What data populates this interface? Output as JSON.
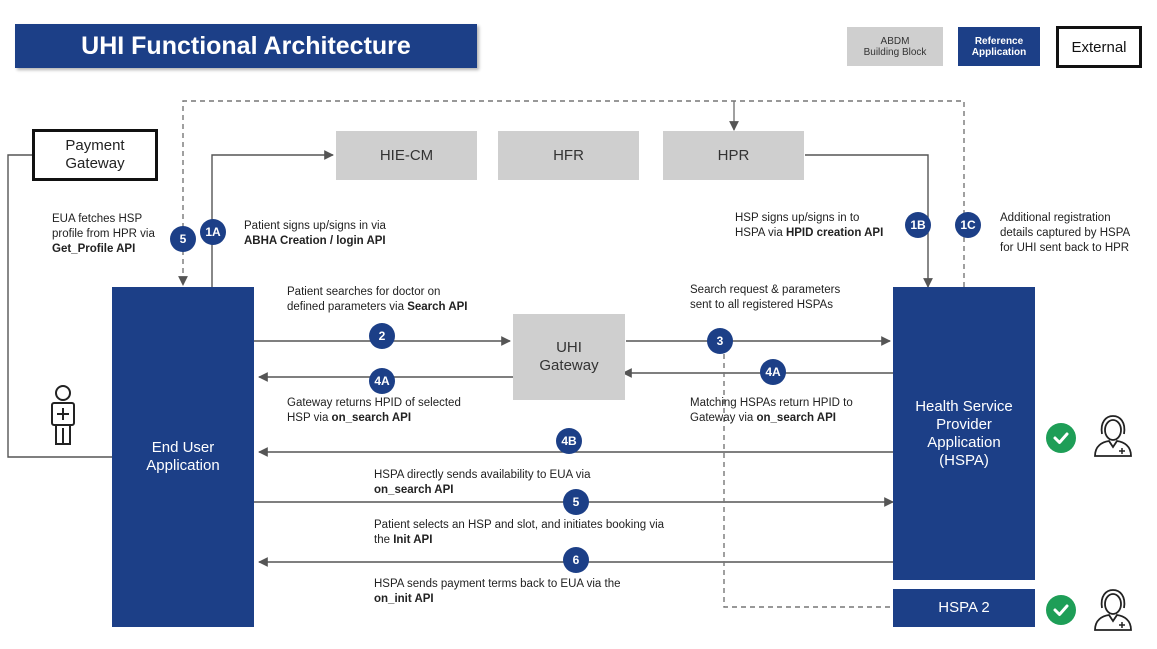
{
  "title": "UHI Functional Architecture",
  "legend": {
    "abdm": "ABDM\nBuilding Block",
    "reference": "Reference\nApplication",
    "external": "External"
  },
  "blocks": {
    "hie_cm": "HIE-CM",
    "hfr": "HFR",
    "hpr": "HPR",
    "payment_gateway": "Payment\nGateway",
    "uhi_gateway": "UHI\nGateway",
    "end_user_app": "End User\nApplication",
    "hspa": "Health Service\nProvider\nApplication\n(HSPA)",
    "hspa2": "HSPA 2"
  },
  "steps": {
    "s5_top": {
      "badge": "5",
      "text": "EUA fetches HSP\nprofile from HPR via",
      "api": "Get_Profile API"
    },
    "s1a": {
      "badge": "1A",
      "text": "Patient signs up/signs in via",
      "api": "ABHA Creation / login API"
    },
    "s1b": {
      "badge": "1B",
      "text": "HSP signs up/signs in to\nHSPA via",
      "api": "HPID creation API"
    },
    "s1c": {
      "badge": "1C",
      "text": "Additional registration\ndetails captured by HSPA\nfor UHI sent back to HPR"
    },
    "s2": {
      "badge": "2",
      "text": "Patient searches for doctor on\ndefined parameters via",
      "api": "Search API"
    },
    "s3": {
      "badge": "3",
      "text": "Search request & parameters\nsent to all registered HSPAs"
    },
    "s4a_left": {
      "badge": "4A",
      "text": "Gateway returns HPID of selected\nHSP via",
      "api": "on_search API"
    },
    "s4a_right": {
      "badge": "4A",
      "text": "Matching HSPAs return HPID to\nGateway via",
      "api": "on_search API"
    },
    "s4b": {
      "badge": "4B",
      "text": "HSPA directly sends availability to EUA via",
      "api": "on_search API"
    },
    "s5": {
      "badge": "5",
      "text": "Patient selects an HSP and slot, and  initiates booking via\nthe",
      "api": "Init API"
    },
    "s6": {
      "badge": "6",
      "text": "HSPA sends payment terms back to EUA via the",
      "api": "on_init API"
    }
  },
  "icons": [
    "patient-icon",
    "doctor-icon",
    "check-icon"
  ],
  "colors": {
    "navy": "#1c3f87",
    "gray": "#cfcfcf",
    "green": "#1e9e57"
  }
}
